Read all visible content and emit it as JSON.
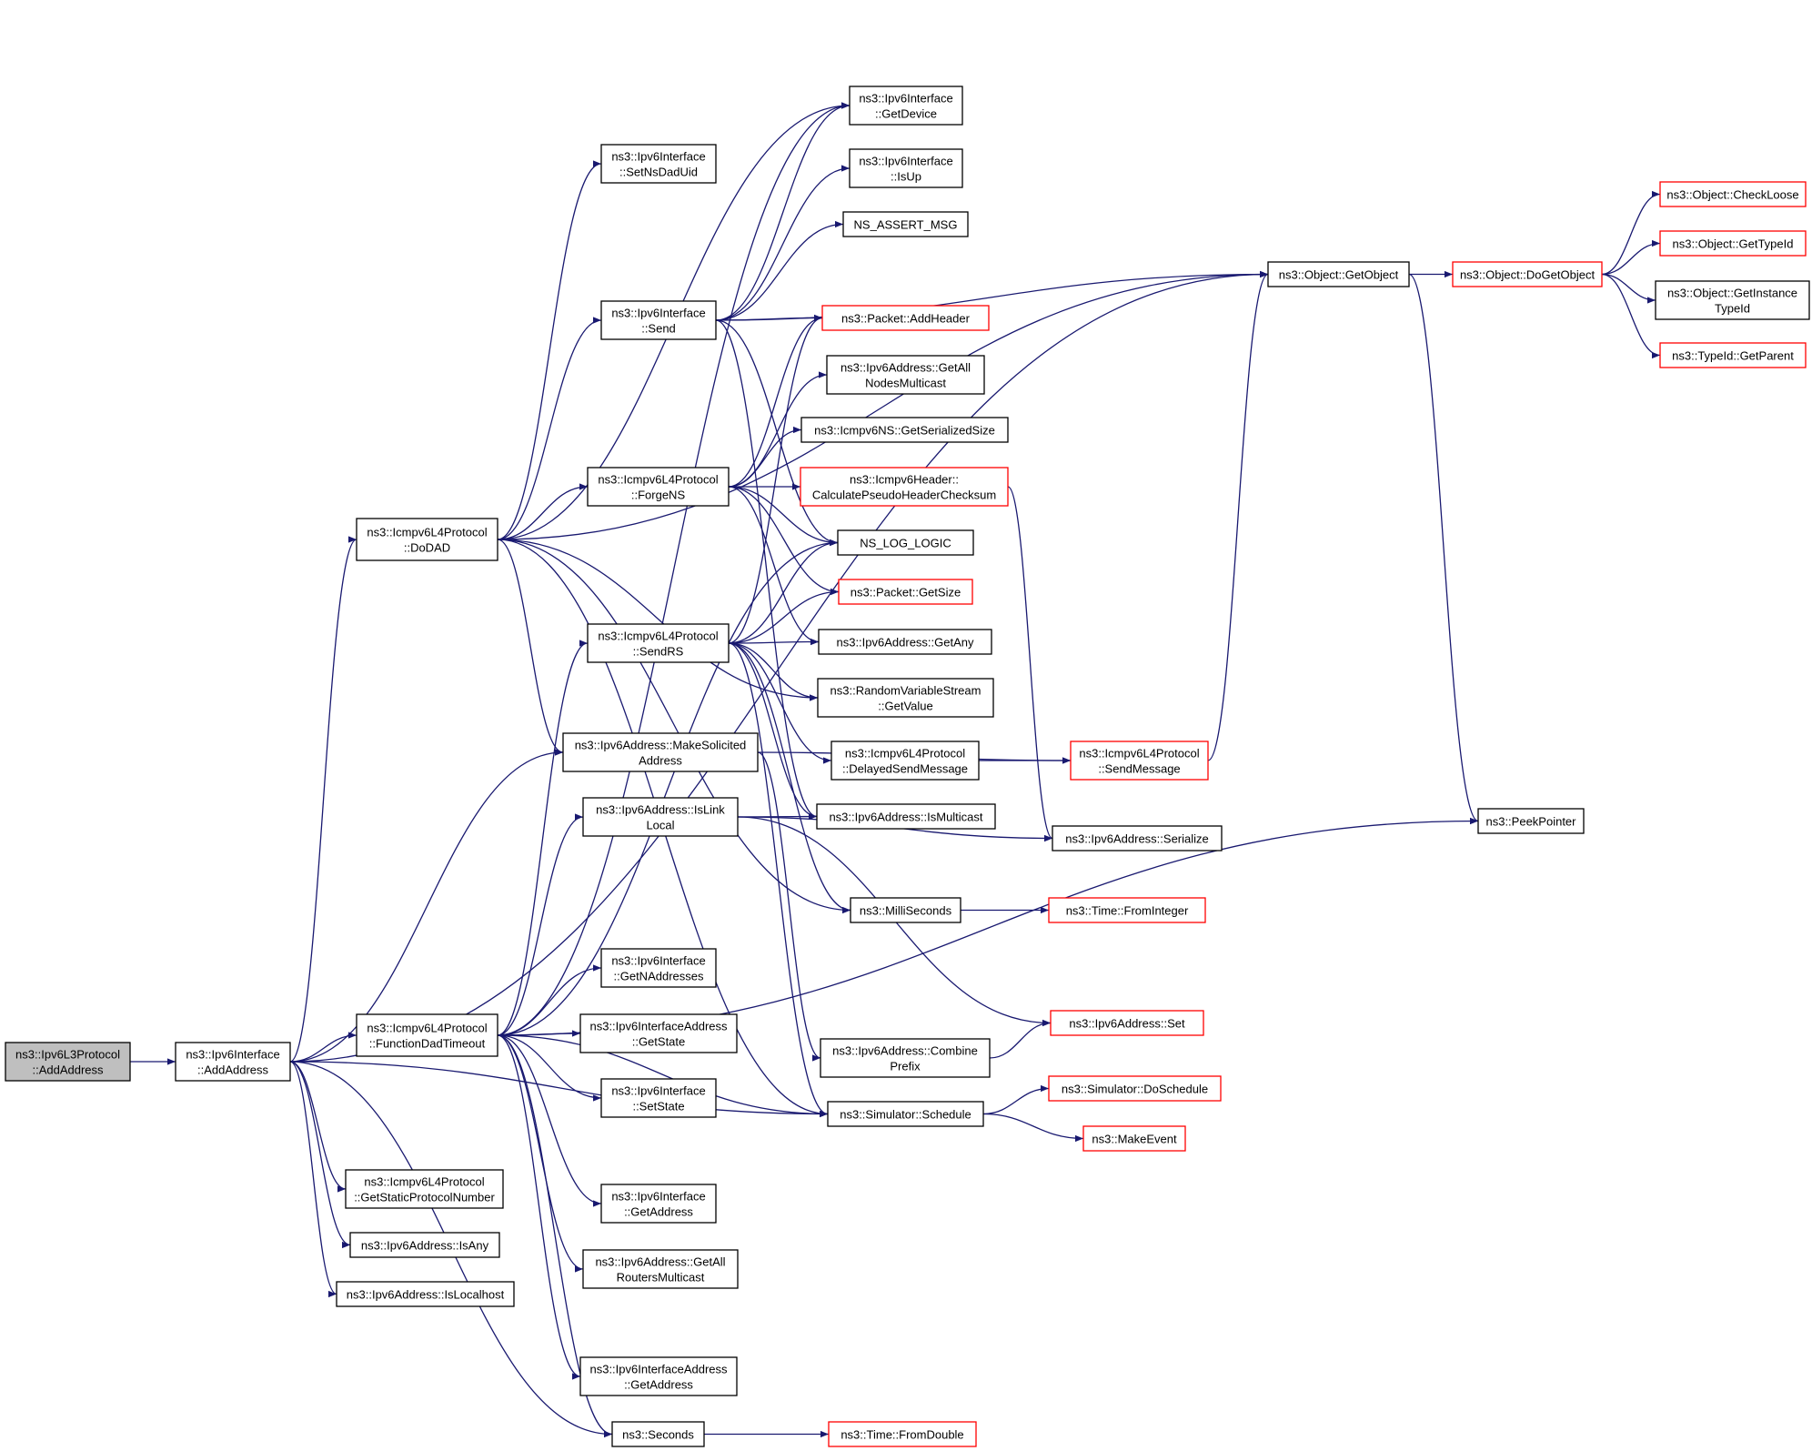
{
  "nodes": [
    {
      "id": "root",
      "lines": [
        "ns3::Ipv6L3Protocol",
        "::AddAddress"
      ],
      "color": "gray"
    },
    {
      "id": "if_add",
      "lines": [
        "ns3::Ipv6Interface",
        "::AddAddress"
      ],
      "color": "black"
    },
    {
      "id": "dodad",
      "lines": [
        "ns3::Icmpv6L4Protocol",
        "::DoDAD"
      ],
      "color": "black"
    },
    {
      "id": "fdt",
      "lines": [
        "ns3::Icmpv6L4Protocol",
        "::FunctionDadTimeout"
      ],
      "color": "black"
    },
    {
      "id": "gspn",
      "lines": [
        "ns3::Icmpv6L4Protocol",
        "::GetStaticProtocolNumber"
      ],
      "color": "black"
    },
    {
      "id": "isany",
      "lines": [
        "ns3::Ipv6Address::IsAny"
      ],
      "color": "black"
    },
    {
      "id": "islocalhost",
      "lines": [
        "ns3::Ipv6Address::IsLocalhost"
      ],
      "color": "black"
    },
    {
      "id": "setnsdad",
      "lines": [
        "ns3::Ipv6Interface",
        "::SetNsDadUid"
      ],
      "color": "black"
    },
    {
      "id": "send",
      "lines": [
        "ns3::Ipv6Interface",
        "::Send"
      ],
      "color": "black"
    },
    {
      "id": "forgens",
      "lines": [
        "ns3::Icmpv6L4Protocol",
        "::ForgeNS"
      ],
      "color": "black"
    },
    {
      "id": "sendrs",
      "lines": [
        "ns3::Icmpv6L4Protocol",
        "::SendRS"
      ],
      "color": "black"
    },
    {
      "id": "makesol",
      "lines": [
        "ns3::Ipv6Address::MakeSolicited",
        "Address"
      ],
      "color": "black"
    },
    {
      "id": "islinklocal",
      "lines": [
        "ns3::Ipv6Address::IsLink",
        "Local"
      ],
      "color": "black"
    },
    {
      "id": "getnaddr",
      "lines": [
        "ns3::Ipv6Interface",
        "::GetNAddresses"
      ],
      "color": "black"
    },
    {
      "id": "iaddr_getstate",
      "lines": [
        "ns3::Ipv6InterfaceAddress",
        "::GetState"
      ],
      "color": "black"
    },
    {
      "id": "if_setstate",
      "lines": [
        "ns3::Ipv6Interface",
        "::SetState"
      ],
      "color": "black"
    },
    {
      "id": "if_getaddr",
      "lines": [
        "ns3::Ipv6Interface",
        "::GetAddress"
      ],
      "color": "black"
    },
    {
      "id": "allrouters",
      "lines": [
        "ns3::Ipv6Address::GetAll",
        "RoutersMulticast"
      ],
      "color": "black"
    },
    {
      "id": "iaddr_getaddr",
      "lines": [
        "ns3::Ipv6InterfaceAddress",
        "::GetAddress"
      ],
      "color": "black"
    },
    {
      "id": "seconds",
      "lines": [
        "ns3::Seconds"
      ],
      "color": "black"
    },
    {
      "id": "getdevice",
      "lines": [
        "ns3::Ipv6Interface",
        "::GetDevice"
      ],
      "color": "black"
    },
    {
      "id": "isup",
      "lines": [
        "ns3::Ipv6Interface",
        "::IsUp"
      ],
      "color": "black"
    },
    {
      "id": "assertmsg",
      "lines": [
        "NS_ASSERT_MSG"
      ],
      "color": "black"
    },
    {
      "id": "addheader",
      "lines": [
        "ns3::Packet::AddHeader"
      ],
      "color": "red"
    },
    {
      "id": "allnodes",
      "lines": [
        "ns3::Ipv6Address::GetAll",
        "NodesMulticast"
      ],
      "color": "black"
    },
    {
      "id": "nsgetsize",
      "lines": [
        "ns3::Icmpv6NS::GetSerializedSize"
      ],
      "color": "black"
    },
    {
      "id": "pseudo",
      "lines": [
        "ns3::Icmpv6Header::",
        "CalculatePseudoHeaderChecksum"
      ],
      "color": "red"
    },
    {
      "id": "loglogic",
      "lines": [
        "NS_LOG_LOGIC"
      ],
      "color": "black"
    },
    {
      "id": "getsize",
      "lines": [
        "ns3::Packet::GetSize"
      ],
      "color": "red"
    },
    {
      "id": "getany",
      "lines": [
        "ns3::Ipv6Address::GetAny"
      ],
      "color": "black"
    },
    {
      "id": "rvs",
      "lines": [
        "ns3::RandomVariableStream",
        "::GetValue"
      ],
      "color": "black"
    },
    {
      "id": "delayed",
      "lines": [
        "ns3::Icmpv6L4Protocol",
        "::DelayedSendMessage"
      ],
      "color": "black"
    },
    {
      "id": "ismulticast",
      "lines": [
        "ns3::Ipv6Address::IsMulticast"
      ],
      "color": "black"
    },
    {
      "id": "millis",
      "lines": [
        "ns3::MilliSeconds"
      ],
      "color": "black"
    },
    {
      "id": "combine",
      "lines": [
        "ns3::Ipv6Address::Combine",
        "Prefix"
      ],
      "color": "black"
    },
    {
      "id": "schedule",
      "lines": [
        "ns3::Simulator::Schedule"
      ],
      "color": "black"
    },
    {
      "id": "fromdouble",
      "lines": [
        "ns3::Time::FromDouble"
      ],
      "color": "red"
    },
    {
      "id": "getobject",
      "lines": [
        "ns3::Object::GetObject"
      ],
      "color": "black"
    },
    {
      "id": "sendmessage",
      "lines": [
        "ns3::Icmpv6L4Protocol",
        "::SendMessage"
      ],
      "color": "red"
    },
    {
      "id": "serialize",
      "lines": [
        "ns3::Ipv6Address::Serialize"
      ],
      "color": "black"
    },
    {
      "id": "frominteger",
      "lines": [
        "ns3::Time::FromInteger"
      ],
      "color": "red"
    },
    {
      "id": "addrset",
      "lines": [
        "ns3::Ipv6Address::Set"
      ],
      "color": "red"
    },
    {
      "id": "doschedule",
      "lines": [
        "ns3::Simulator::DoSchedule"
      ],
      "color": "red"
    },
    {
      "id": "makeevent",
      "lines": [
        "ns3::MakeEvent"
      ],
      "color": "red"
    },
    {
      "id": "dogetobject",
      "lines": [
        "ns3::Object::DoGetObject"
      ],
      "color": "red"
    },
    {
      "id": "peekpointer",
      "lines": [
        "ns3::PeekPointer"
      ],
      "color": "black"
    },
    {
      "id": "checkloose",
      "lines": [
        "ns3::Object::CheckLoose"
      ],
      "color": "red"
    },
    {
      "id": "gettypeid",
      "lines": [
        "ns3::Object::GetTypeId"
      ],
      "color": "red"
    },
    {
      "id": "getinsttypeid",
      "lines": [
        "ns3::Object::GetInstance",
        "TypeId"
      ],
      "color": "black"
    },
    {
      "id": "getparent",
      "lines": [
        "ns3::TypeId::GetParent"
      ],
      "color": "red"
    }
  ],
  "edges": [
    [
      "root",
      "if_add"
    ],
    [
      "if_add",
      "dodad"
    ],
    [
      "if_add",
      "fdt"
    ],
    [
      "if_add",
      "gspn"
    ],
    [
      "if_add",
      "isany"
    ],
    [
      "if_add",
      "islocalhost"
    ],
    [
      "if_add",
      "getobject"
    ],
    [
      "if_add",
      "makesol"
    ],
    [
      "if_add",
      "schedule"
    ],
    [
      "if_add",
      "seconds"
    ],
    [
      "dodad",
      "setnsdad"
    ],
    [
      "dodad",
      "send"
    ],
    [
      "dodad",
      "forgens"
    ],
    [
      "dodad",
      "makesol"
    ],
    [
      "dodad",
      "getdevice"
    ],
    [
      "dodad",
      "getobject"
    ],
    [
      "dodad",
      "rvs"
    ],
    [
      "dodad",
      "millis"
    ],
    [
      "dodad",
      "schedule"
    ],
    [
      "fdt",
      "getnaddr"
    ],
    [
      "fdt",
      "iaddr_getstate"
    ],
    [
      "fdt",
      "if_setstate"
    ],
    [
      "fdt",
      "if_getaddr"
    ],
    [
      "fdt",
      "allrouters"
    ],
    [
      "fdt",
      "iaddr_getaddr"
    ],
    [
      "fdt",
      "seconds"
    ],
    [
      "fdt",
      "islinklocal"
    ],
    [
      "fdt",
      "sendrs"
    ],
    [
      "fdt",
      "getdevice"
    ],
    [
      "fdt",
      "loglogic"
    ],
    [
      "fdt",
      "schedule"
    ],
    [
      "fdt",
      "peekpointer"
    ],
    [
      "send",
      "getdevice"
    ],
    [
      "send",
      "isup"
    ],
    [
      "send",
      "assertmsg"
    ],
    [
      "send",
      "getobject"
    ],
    [
      "send",
      "addheader"
    ],
    [
      "send",
      "loglogic"
    ],
    [
      "send",
      "ismulticast"
    ],
    [
      "forgens",
      "addheader"
    ],
    [
      "forgens",
      "allnodes"
    ],
    [
      "forgens",
      "nsgetsize"
    ],
    [
      "forgens",
      "pseudo"
    ],
    [
      "forgens",
      "loglogic"
    ],
    [
      "forgens",
      "getsize"
    ],
    [
      "forgens",
      "getany"
    ],
    [
      "sendrs",
      "addheader"
    ],
    [
      "sendrs",
      "loglogic"
    ],
    [
      "sendrs",
      "getany"
    ],
    [
      "sendrs",
      "getsize"
    ],
    [
      "sendrs",
      "rvs"
    ],
    [
      "sendrs",
      "delayed"
    ],
    [
      "sendrs",
      "ismulticast"
    ],
    [
      "sendrs",
      "millis"
    ],
    [
      "sendrs",
      "schedule"
    ],
    [
      "makesol",
      "combine"
    ],
    [
      "makesol",
      "sendmessage"
    ],
    [
      "islinklocal",
      "ismulticast"
    ],
    [
      "islinklocal",
      "addrset"
    ],
    [
      "islinklocal",
      "serialize"
    ],
    [
      "combine",
      "addrset"
    ],
    [
      "delayed",
      "sendmessage"
    ],
    [
      "pseudo",
      "serialize"
    ],
    [
      "millis",
      "frominteger"
    ],
    [
      "schedule",
      "doschedule"
    ],
    [
      "schedule",
      "makeevent"
    ],
    [
      "seconds",
      "fromdouble"
    ],
    [
      "sendmessage",
      "getobject"
    ],
    [
      "getobject",
      "dogetobject"
    ],
    [
      "getobject",
      "peekpointer"
    ],
    [
      "dogetobject",
      "checkloose"
    ],
    [
      "dogetobject",
      "gettypeid"
    ],
    [
      "dogetobject",
      "getinsttypeid"
    ],
    [
      "dogetobject",
      "getparent"
    ]
  ]
}
